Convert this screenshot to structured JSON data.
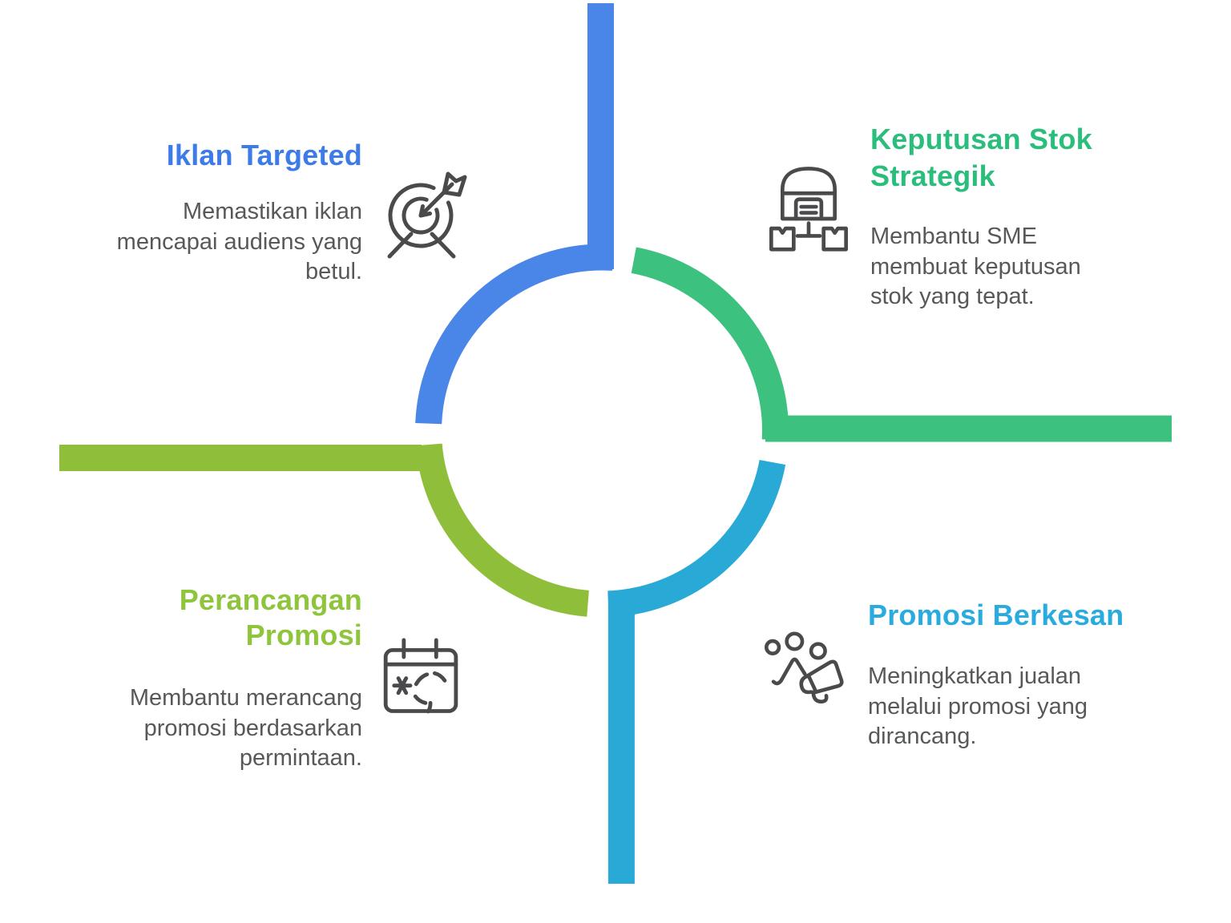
{
  "figure": {
    "background": "#ffffff",
    "text_color": "#57585a",
    "icon_stroke": "#4a4a4c",
    "quadrants": [
      {
        "id": "iklan-targeted",
        "position": "top-left",
        "title": "Iklan Targeted",
        "description": "Memastikan iklan mencapai audiens yang betul.",
        "color": "#3c7be8",
        "arc_color": "#4a86e8",
        "icon": "target-dart-icon"
      },
      {
        "id": "keputusan-stok-strategik",
        "position": "top-right",
        "title": "Keputusan Stok Strategik",
        "description": "Membantu SME membuat keputusan stok yang tepat.",
        "color": "#2abd7c",
        "arc_color": "#3cc17f",
        "icon": "warehouse-distribution-icon"
      },
      {
        "id": "perancangan-promosi",
        "position": "bottom-left",
        "title": "Perancangan Promosi",
        "description": "Membantu merancang promosi berdasarkan permintaan.",
        "color": "#8ec53d",
        "arc_color": "#8fbf3a",
        "icon": "calendar-event-icon"
      },
      {
        "id": "promosi-berkesan",
        "position": "bottom-right",
        "title": "Promosi Berkesan",
        "description": "Meningkatkan jualan melalui promosi yang dirancang.",
        "color": "#29abe0",
        "arc_color": "#29aad6",
        "icon": "megaphone-celebration-icon"
      }
    ]
  }
}
